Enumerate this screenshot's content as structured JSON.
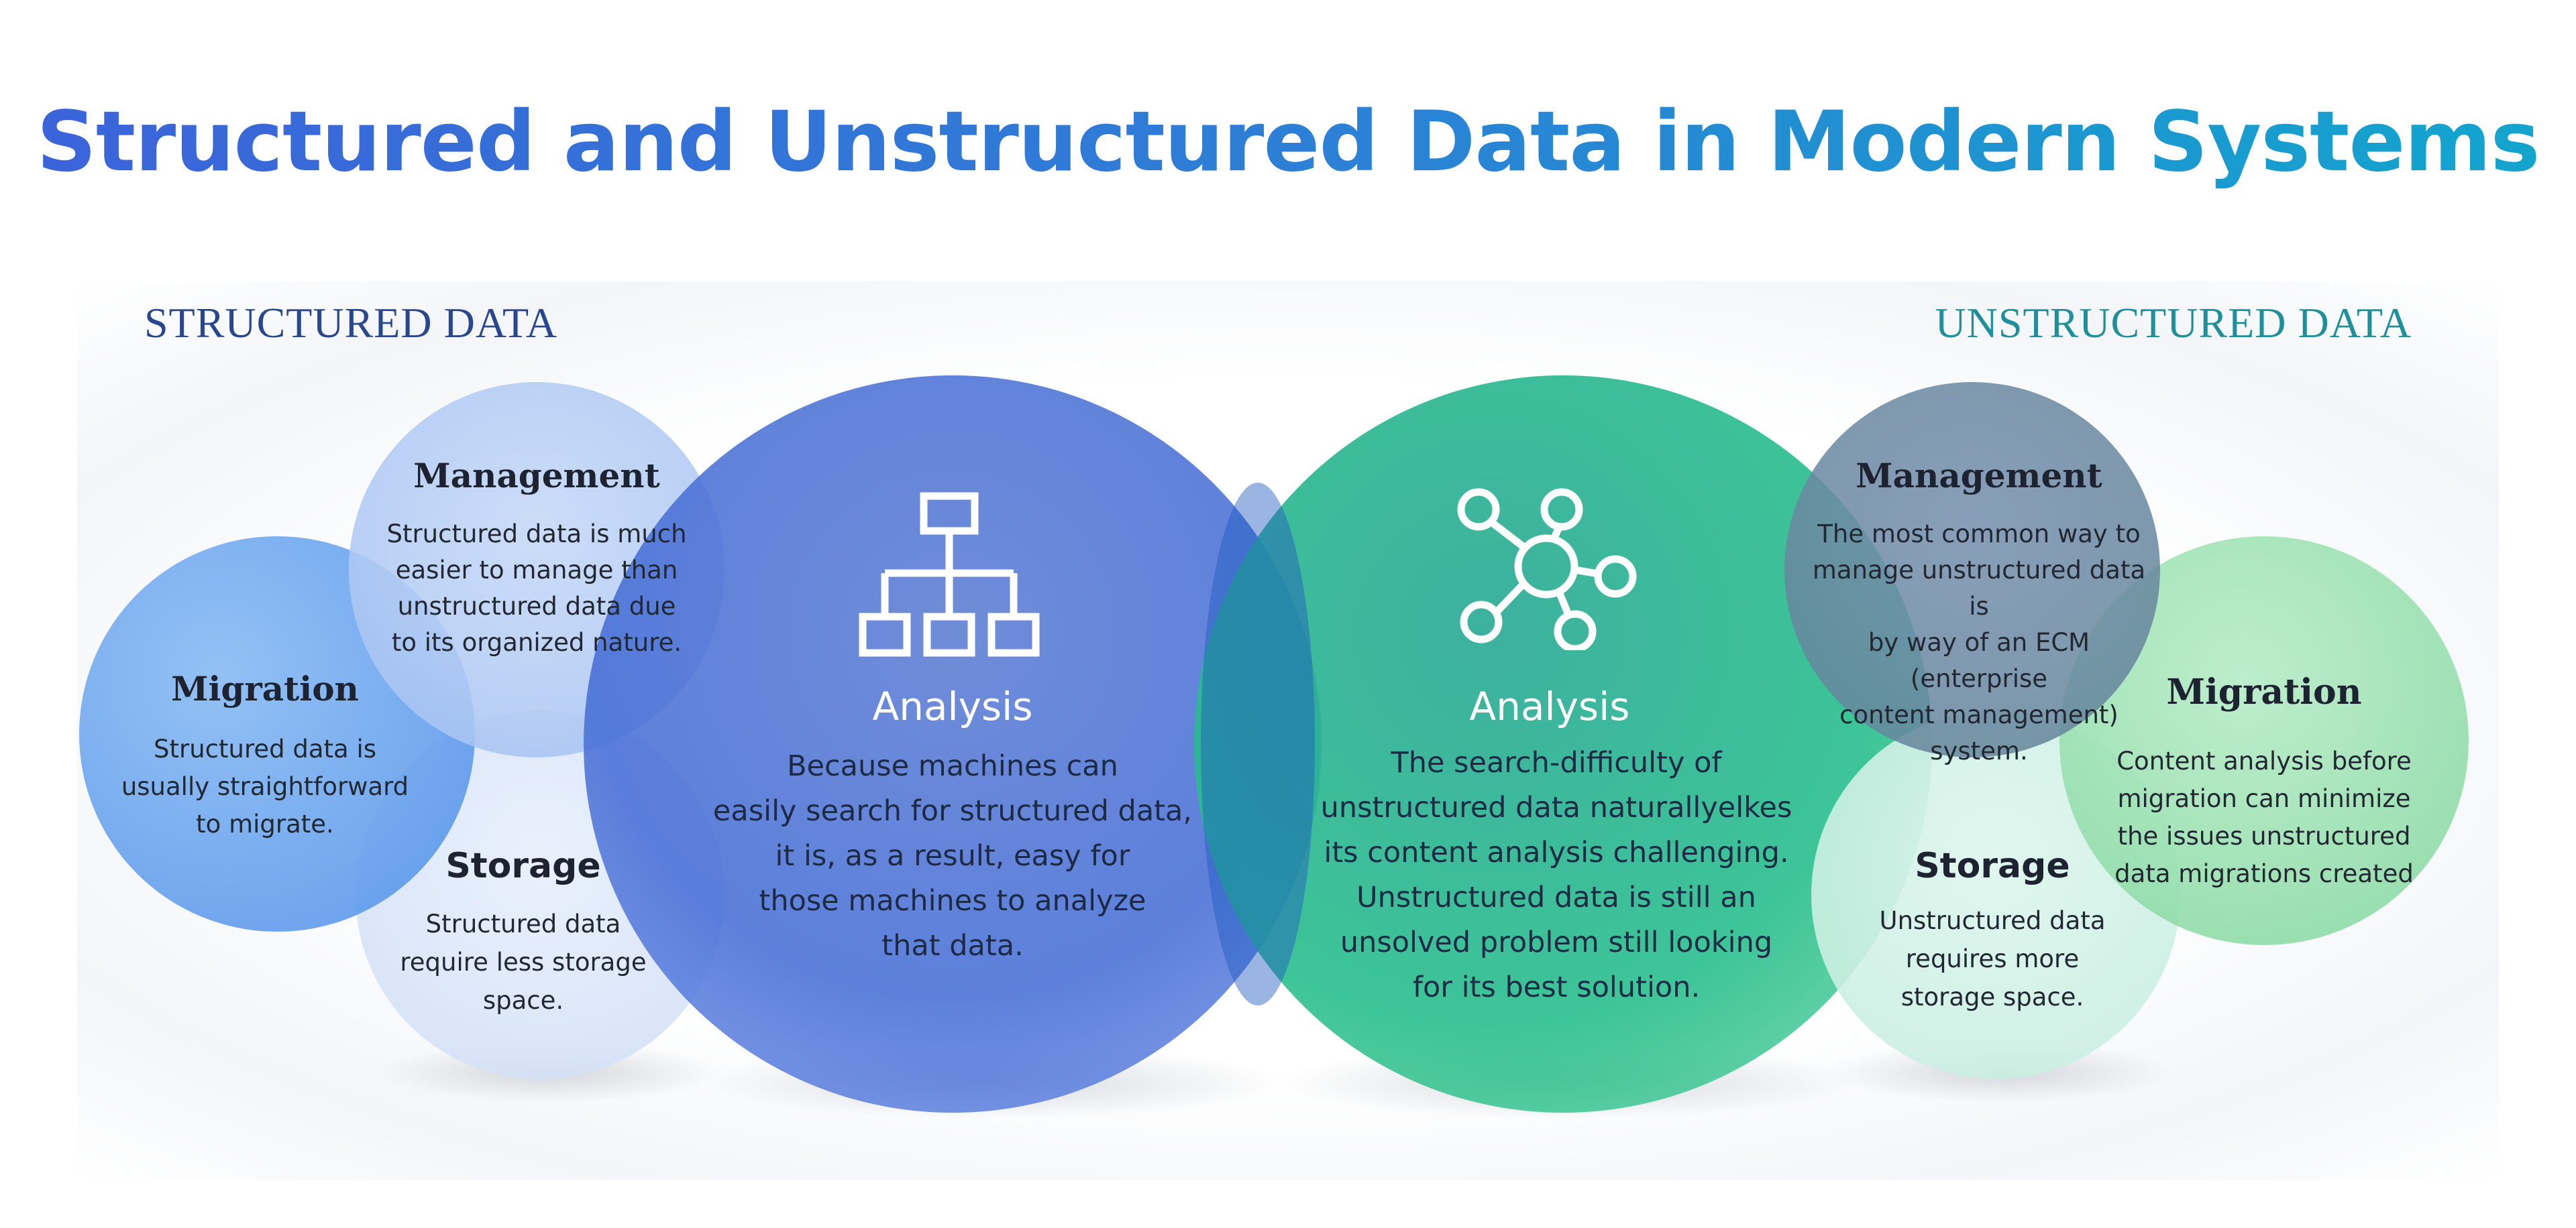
{
  "title": "Structured and Unstructured Data in Modern Systems",
  "colors": {
    "structured_accent": "#3f67d6",
    "unstructured_accent": "#1fb08c",
    "title_start": "#3c63da",
    "title_end": "#12a6cd"
  },
  "structured": {
    "label": "STRUCTURED DATA",
    "management": {
      "title": "Management",
      "text": "Structured data is much\neasier to manage than\nunstructured data due\nto its organized nature."
    },
    "migration": {
      "title": "Migration",
      "text": "Structured data is\nusually straightforward\nto migrate."
    },
    "storage": {
      "title": "Storage",
      "text": "Structured data\nrequire less storage\nspace."
    },
    "analysis": {
      "icon": "hierarchy-icon",
      "title": "Analysis",
      "text": "Because machines can\neasily search for structured data,\nit is, as a result, easy for\nthose machines to analyze\nthat data."
    }
  },
  "unstructured": {
    "label": "UNSTRUCTURED DATA",
    "management": {
      "title": "Management",
      "text": "The most common way to\nmanage unstructured data is\nby way of an ECM (enterprise\ncontent management)\nsystem."
    },
    "migration": {
      "title": "Migration",
      "text": "Content analysis before\nmigration can minimize\nthe issues unstructured\ndata migrations created"
    },
    "storage": {
      "title": "Storage",
      "text": "Unstructured data\nrequires more\nstorage space."
    },
    "analysis": {
      "icon": "network-hub-icon",
      "title": "Analysis",
      "text": "The search-difficulty of\nunstructured data naturallyelkes\nits content analysis challenging.\nUnstructured data is still an\nunsolved problem still looking\nfor its best solution."
    }
  }
}
